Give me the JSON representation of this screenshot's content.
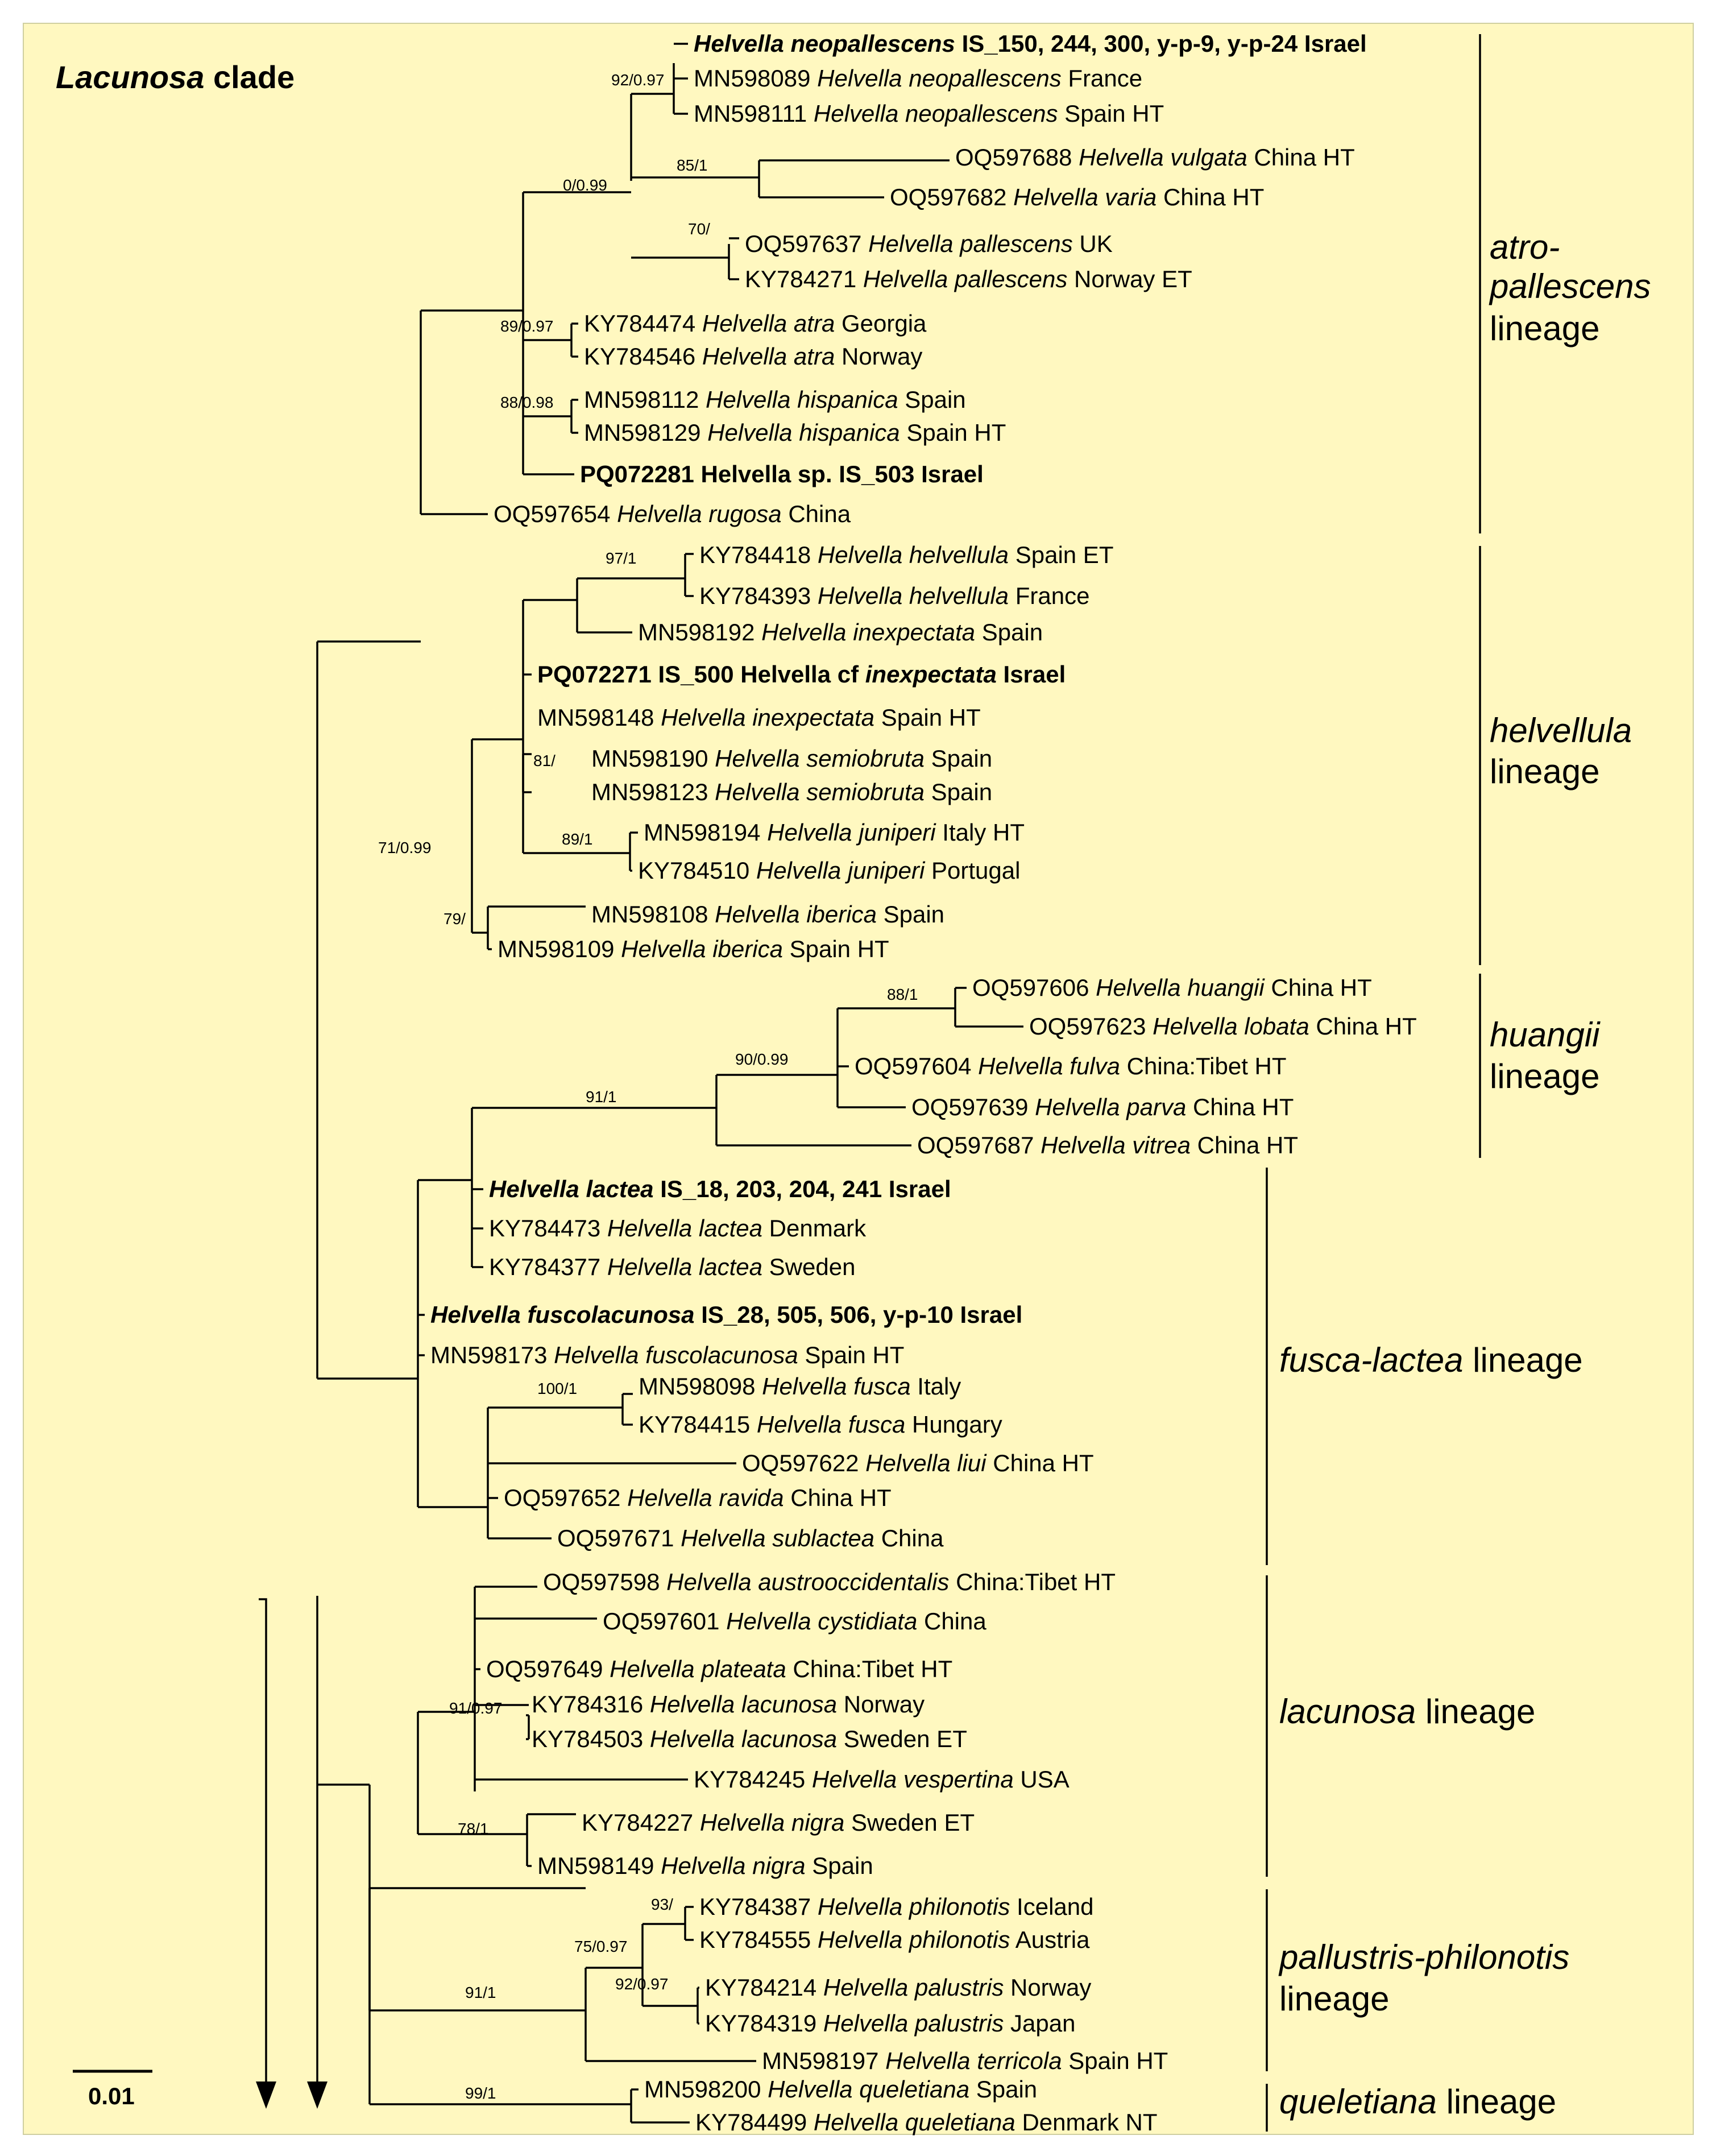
{
  "title": {
    "italic": "Lacunosa",
    "rest": " clade"
  },
  "scale_bar": "0.01",
  "taxa": [
    {
      "acc": "",
      "name": "Helvella neopallescens",
      "rest": " IS_150, 244, 300, y-p-9, y-p-24 Israel",
      "bold": true
    },
    {
      "acc": "MN598089 ",
      "name": "Helvella neopallescens",
      "rest": " France",
      "bold": false
    },
    {
      "acc": "MN598111 ",
      "name": "Helvella neopallescens",
      "rest": " Spain HT",
      "bold": false
    },
    {
      "acc": "OQ597688 ",
      "name": "Helvella vulgata",
      "rest": " China HT",
      "bold": false
    },
    {
      "acc": "OQ597682 ",
      "name": "Helvella varia",
      "rest": " China HT",
      "bold": false
    },
    {
      "acc": "OQ597637 ",
      "name": "Helvella pallescens",
      "rest": " UK",
      "bold": false
    },
    {
      "acc": "KY784271 ",
      "name": "Helvella pallescens",
      "rest": " Norway ET",
      "bold": false
    },
    {
      "acc": "KY784474 ",
      "name": "Helvella atra",
      "rest": " Georgia",
      "bold": false
    },
    {
      "acc": "KY784546 ",
      "name": "Helvella atra",
      "rest": " Norway",
      "bold": false
    },
    {
      "acc": "MN598112 ",
      "name": "Helvella hispanica",
      "rest": " Spain",
      "bold": false
    },
    {
      "acc": "MN598129 ",
      "name": "Helvella hispanica",
      "rest": " Spain HT",
      "bold": false
    },
    {
      "acc": "PQ072281 Helvella sp. IS_503 Israel",
      "name": "",
      "rest": "",
      "bold": true
    },
    {
      "acc": "OQ597654 ",
      "name": "Helvella rugosa",
      "rest": " China",
      "bold": false
    },
    {
      "acc": "KY784418 ",
      "name": "Helvella helvellula",
      "rest": " Spain ET",
      "bold": false
    },
    {
      "acc": "KY784393 ",
      "name": "Helvella helvellula",
      "rest": " France",
      "bold": false
    },
    {
      "acc": "MN598192 ",
      "name": "Helvella inexpectata",
      "rest": " Spain",
      "bold": false
    },
    {
      "acc": "PQ072271 IS_500 Helvella cf ",
      "name": "inexpectata",
      "rest": " Israel",
      "bold": true
    },
    {
      "acc": "MN598148 ",
      "name": "Helvella inexpectata",
      "rest": " Spain HT",
      "bold": false
    },
    {
      "acc": "MN598190 ",
      "name": "Helvella semiobruta",
      "rest": " Spain",
      "bold": false
    },
    {
      "acc": "MN598123 ",
      "name": "Helvella semiobruta",
      "rest": " Spain",
      "bold": false
    },
    {
      "acc": "MN598194 ",
      "name": "Helvella juniperi",
      "rest": " Italy HT",
      "bold": false
    },
    {
      "acc": "KY784510 ",
      "name": "Helvella juniperi",
      "rest": " Portugal",
      "bold": false
    },
    {
      "acc": "MN598108 ",
      "name": "Helvella iberica",
      "rest": " Spain",
      "bold": false
    },
    {
      "acc": "MN598109 ",
      "name": "Helvella iberica",
      "rest": " Spain HT",
      "bold": false
    },
    {
      "acc": "OQ597606 ",
      "name": "Helvella huangii",
      "rest": " China HT",
      "bold": false
    },
    {
      "acc": "OQ597623 ",
      "name": "Helvella lobata",
      "rest": " China HT",
      "bold": false
    },
    {
      "acc": "OQ597604 ",
      "name": "Helvella fulva",
      "rest": " China:Tibet HT",
      "bold": false
    },
    {
      "acc": "OQ597639 ",
      "name": "Helvella parva",
      "rest": " China HT",
      "bold": false
    },
    {
      "acc": "OQ597687 ",
      "name": "Helvella vitrea",
      "rest": " China HT",
      "bold": false
    },
    {
      "acc": "",
      "name": "Helvella lactea",
      "rest": " IS_18, 203, 204, 241 Israel",
      "bold": true
    },
    {
      "acc": "KY784473 ",
      "name": "Helvella lactea",
      "rest": " Denmark",
      "bold": false
    },
    {
      "acc": "KY784377 ",
      "name": "Helvella lactea",
      "rest": " Sweden",
      "bold": false
    },
    {
      "acc": "",
      "name": "Helvella fuscolacunosa",
      "rest": " IS_28, 505, 506, y-p-10 Israel",
      "bold": true
    },
    {
      "acc": "MN598173 ",
      "name": "Helvella fuscolacunosa",
      "rest": " Spain HT",
      "bold": false
    },
    {
      "acc": "MN598098 ",
      "name": "Helvella fusca",
      "rest": " Italy",
      "bold": false
    },
    {
      "acc": "KY784415 ",
      "name": "Helvella fusca",
      "rest": " Hungary",
      "bold": false
    },
    {
      "acc": "OQ597622 ",
      "name": "Helvella liui",
      "rest": " China HT",
      "bold": false
    },
    {
      "acc": "OQ597652 ",
      "name": "Helvella ravida",
      "rest": " China HT",
      "bold": false
    },
    {
      "acc": "OQ597671 ",
      "name": "Helvella sublactea",
      "rest": " China",
      "bold": false
    },
    {
      "acc": "OQ597598 ",
      "name": "Helvella austrooccidentalis",
      "rest": " China:Tibet HT",
      "bold": false
    },
    {
      "acc": "OQ597601 ",
      "name": "Helvella cystidiata",
      "rest": " China",
      "bold": false
    },
    {
      "acc": "OQ597649 ",
      "name": "Helvella plateata",
      "rest": " China:Tibet HT",
      "bold": false
    },
    {
      "acc": "KY784316 ",
      "name": "Helvella lacunosa",
      "rest": " Norway",
      "bold": false
    },
    {
      "acc": "KY784503 ",
      "name": "Helvella lacunosa",
      "rest": " Sweden ET",
      "bold": false
    },
    {
      "acc": "KY784245 ",
      "name": "Helvella vespertina",
      "rest": " USA",
      "bold": false
    },
    {
      "acc": "KY784227 ",
      "name": "Helvella nigra",
      "rest": " Sweden ET",
      "bold": false
    },
    {
      "acc": "MN598149 ",
      "name": "Helvella nigra",
      "rest": " Spain",
      "bold": false
    },
    {
      "acc": "KY784387 ",
      "name": "Helvella philonotis",
      "rest": " Iceland",
      "bold": false
    },
    {
      "acc": "KY784555 ",
      "name": "Helvella philonotis",
      "rest": " Austria",
      "bold": false
    },
    {
      "acc": "KY784214 ",
      "name": "Helvella palustris",
      "rest": " Norway",
      "bold": false
    },
    {
      "acc": "KY784319 ",
      "name": "Helvella palustris",
      "rest": " Japan",
      "bold": false
    },
    {
      "acc": "MN598197 ",
      "name": "Helvella terricola",
      "rest": " Spain HT",
      "bold": false
    },
    {
      "acc": "MN598200 ",
      "name": "Helvella queletiana",
      "rest": " Spain",
      "bold": false
    },
    {
      "acc": "KY784499 ",
      "name": "Helvella queletiana",
      "rest": " Denmark NT",
      "bold": false
    }
  ],
  "supports": [
    "92/0.97",
    "85/1",
    "0/0.99",
    "70/",
    "89/0.97",
    "88/0.98",
    "97/1",
    "81/",
    "89/1",
    "71/0.99",
    "79/",
    "88/1",
    "90/0.99",
    "91/1",
    "100/1",
    "91/0.97",
    "78/1",
    "93/",
    "75/0.97",
    "92/0.97",
    "91/1",
    "99/1"
  ],
  "lineages": [
    {
      "lines": [
        {
          "italic": "atro-",
          "rest": ""
        },
        {
          "italic": "pallescens",
          "rest": ""
        },
        {
          "italic": "",
          "rest": "lineage"
        }
      ]
    },
    {
      "lines": [
        {
          "italic": "helvellula",
          "rest": ""
        },
        {
          "italic": "",
          "rest": "lineage"
        }
      ]
    },
    {
      "lines": [
        {
          "italic": "huangii",
          "rest": ""
        },
        {
          "italic": "",
          "rest": "lineage"
        }
      ]
    },
    {
      "lines": [
        {
          "italic": "fusca-lactea",
          "rest": " lineage"
        }
      ]
    },
    {
      "lines": [
        {
          "italic": "lacunosa",
          "rest": " lineage"
        }
      ]
    },
    {
      "lines": [
        {
          "italic": "pallustris-philonotis",
          "rest": ""
        },
        {
          "italic": "",
          "rest": "lineage"
        }
      ]
    },
    {
      "lines": [
        {
          "italic": "queletiana",
          "rest": " lineage"
        }
      ]
    }
  ]
}
